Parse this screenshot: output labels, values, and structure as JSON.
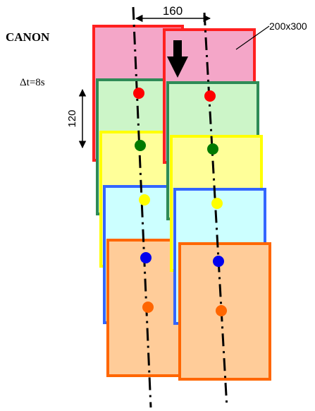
{
  "labels": {
    "title": "CANON",
    "delta_t": "Δt=8s",
    "spacing": "160",
    "height": "120",
    "size": "200x300"
  },
  "colors": {
    "background": "#ffffff",
    "stroke_black": "#000000",
    "frames": [
      {
        "name": "pink",
        "fill": "#f4a6c8",
        "stroke": "#ff2020",
        "dot": "#ff0000"
      },
      {
        "name": "green",
        "fill": "#ccf5c8",
        "stroke": "#2e8b57",
        "dot": "#007a00"
      },
      {
        "name": "yellow",
        "fill": "#ffff99",
        "stroke": "#ffff00",
        "dot": "#ffff00"
      },
      {
        "name": "cyan",
        "fill": "#ccffff",
        "stroke": "#3366ff",
        "dot": "#0000ee"
      },
      {
        "name": "orange",
        "fill": "#ffcc99",
        "stroke": "#ff6600",
        "dot": "#ff6600"
      }
    ]
  },
  "icons": {
    "spacing_arrow": "double-headed-horizontal-arrow-icon",
    "height_arrow": "double-headed-vertical-arrow-icon",
    "down_arrow": "thick-down-arrow-icon",
    "pointer": "leader-line-icon"
  }
}
